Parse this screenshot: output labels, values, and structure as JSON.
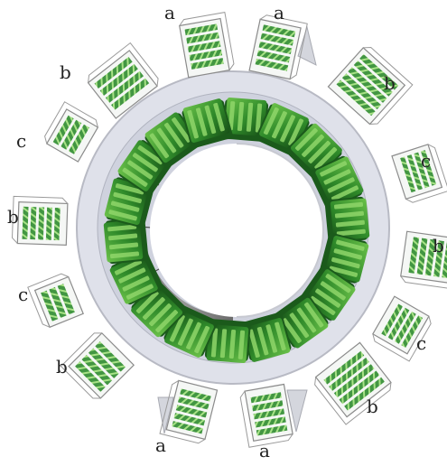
{
  "figure": {
    "background": "#ffffff",
    "ring_color": "#d9dbe6",
    "inner_wall_color": "#7d7d7d",
    "module_dark": "#1f6b1f",
    "module_light": "#4caf3a",
    "cage_stroke": "#8a8a8a",
    "cage_fill": "#f4f6f4",
    "labels": [
      "a",
      "a",
      "b",
      "b",
      "c",
      "c",
      "b",
      "b",
      "c",
      "c",
      "b",
      "b",
      "a",
      "a"
    ]
  }
}
